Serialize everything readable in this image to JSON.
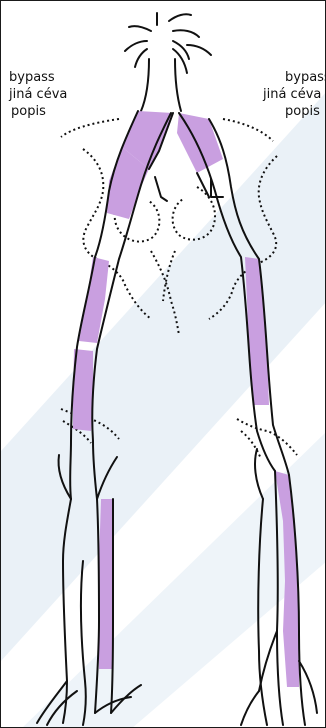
{
  "colors": {
    "watermark": "#eaf1f7",
    "outline": "#111111",
    "segment": "#c99fe0"
  },
  "left_label": {
    "line1": "bypass",
    "line2": "jiná céva",
    "line3": "popis"
  },
  "right_label": {
    "line1": "bypass",
    "line2": "jiná céva",
    "line3": "popis"
  },
  "segments": [
    "left-common-iliac",
    "right-common-iliac",
    "left-external-iliac",
    "left-femoral-upper",
    "left-femoral-mid",
    "left-popliteal",
    "right-femoral-upper",
    "right-popliteal"
  ]
}
